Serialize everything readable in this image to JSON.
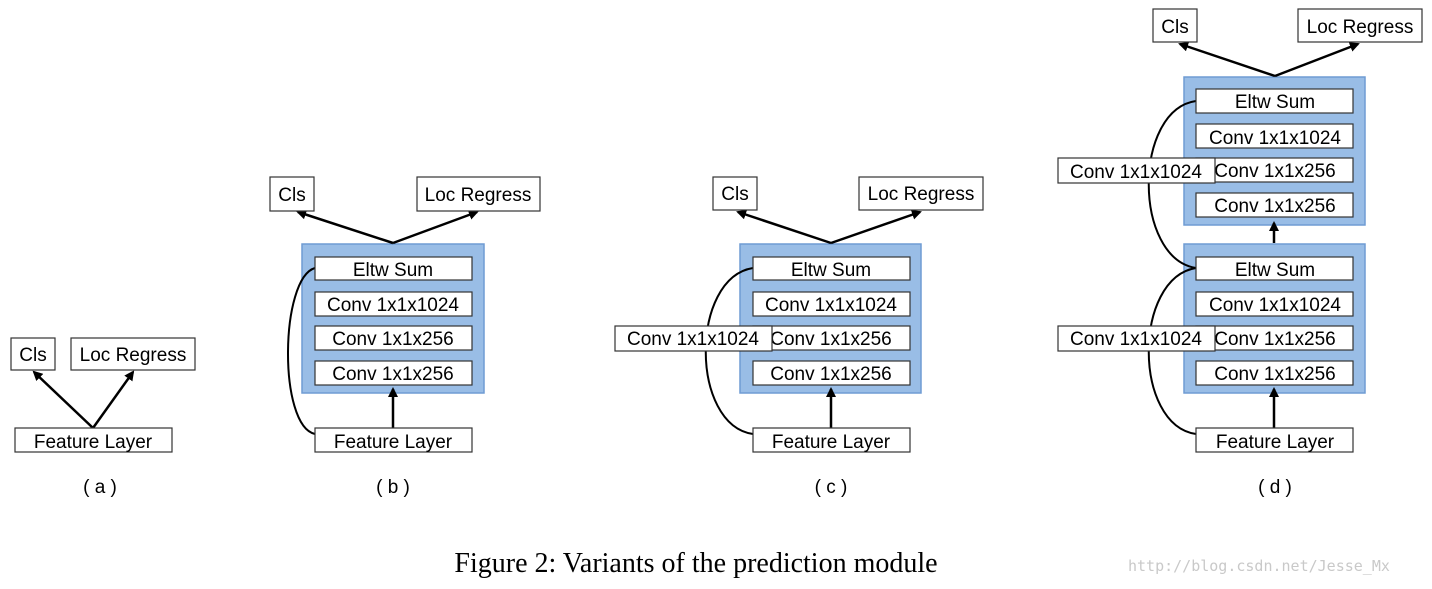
{
  "labels": {
    "cls": "Cls",
    "loc": "Loc Regress",
    "feature": "Feature Layer",
    "eltw": "Eltw Sum",
    "conv1024": "Conv 1x1x1024",
    "conv256": "Conv 1x1x256"
  },
  "subfigures": [
    "( a )",
    "( b )",
    "( c )",
    "( d )"
  ],
  "caption": "Figure 2: Variants of the prediction module",
  "watermark": "http://blog.csdn.net/Jesse_Mx",
  "colors": {
    "module_fill": "#99bde6",
    "module_stroke": "#6f9bd3",
    "box_stroke": "#333333"
  }
}
